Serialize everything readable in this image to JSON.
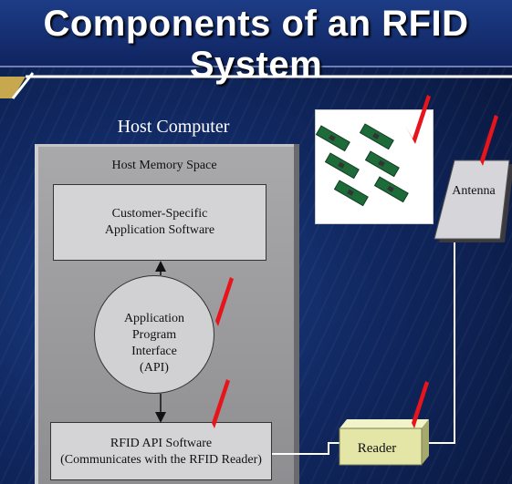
{
  "title": "Components of an RFID System",
  "host": {
    "label": "Host Computer",
    "memory_label": "Host Memory Space",
    "customer_app": [
      "Customer-Specific",
      "Application Software"
    ],
    "api": [
      "Application",
      "Program",
      "Interface",
      "(API)"
    ],
    "rfid_api": [
      "RFID API Software",
      "(Communicates with the RFID Reader)"
    ]
  },
  "antenna": {
    "label": "Antenna"
  },
  "reader": {
    "label": "Reader"
  },
  "colors": {
    "background": "#0b1a4a",
    "title_text": "#ffffff",
    "gold_accent": "#c8a84e",
    "host_box": "#9a9a9d",
    "reader_fill": "#e3e6a6",
    "checkmark": "#e8141b",
    "connector": "#ffffff"
  },
  "icons": [
    "checkmark-icon",
    "rfid-tag-icon"
  ]
}
